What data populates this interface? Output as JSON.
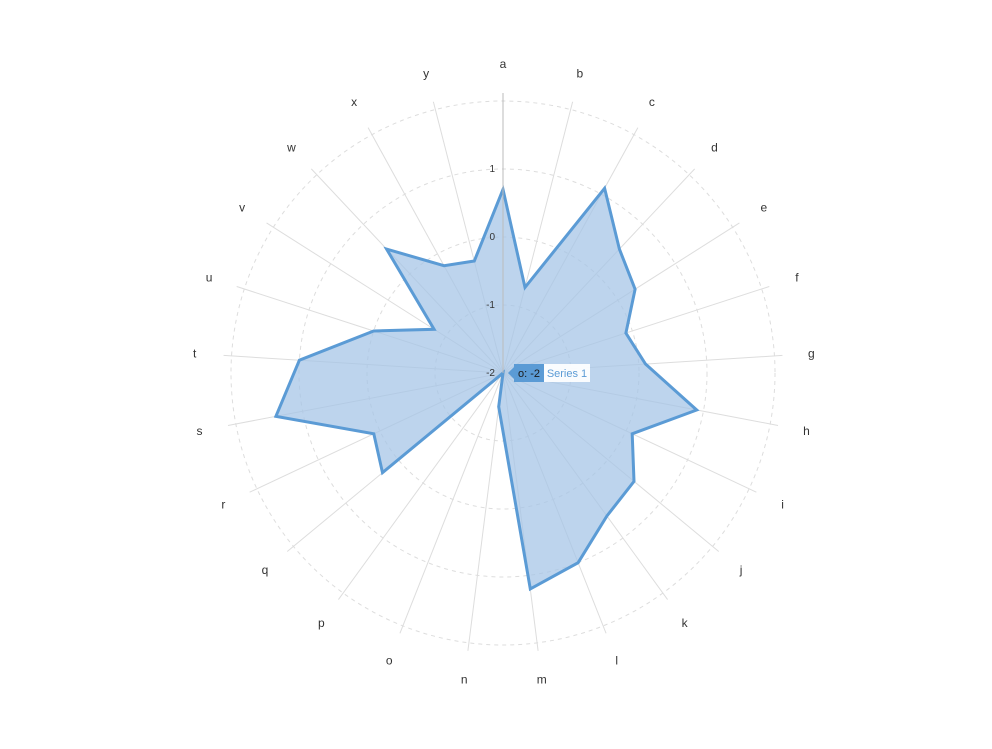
{
  "chart_data": {
    "type": "radar",
    "categories": [
      "a",
      "b",
      "c",
      "d",
      "e",
      "f",
      "g",
      "h",
      "i",
      "j",
      "k",
      "l",
      "m",
      "n",
      "o",
      "p",
      "q",
      "r",
      "s",
      "t",
      "u",
      "v",
      "w",
      "x",
      "y"
    ],
    "series": [
      {
        "name": "Series 1",
        "values": [
          0.7,
          -0.7,
          1.1,
          0.5,
          0.3,
          -0.1,
          0.1,
          0.9,
          0.1,
          0.5,
          0.6,
          1.0,
          1.2,
          -1.5,
          -2,
          -2,
          0.3,
          0.1,
          1.4,
          1.0,
          0.0,
          -0.8,
          0.5,
          -0.2,
          -0.3
        ]
      }
    ],
    "ticks": [
      -2,
      -1,
      0,
      1
    ],
    "rlim": [
      -2,
      2
    ],
    "grid": true,
    "legend": "none",
    "colors": {
      "series": "#5b9bd5",
      "fill": "#a4c3e6",
      "grid": "#dddddd",
      "axis": "#bbbbbb"
    },
    "tooltip": {
      "value": "o: -2",
      "series": "Series 1"
    }
  }
}
